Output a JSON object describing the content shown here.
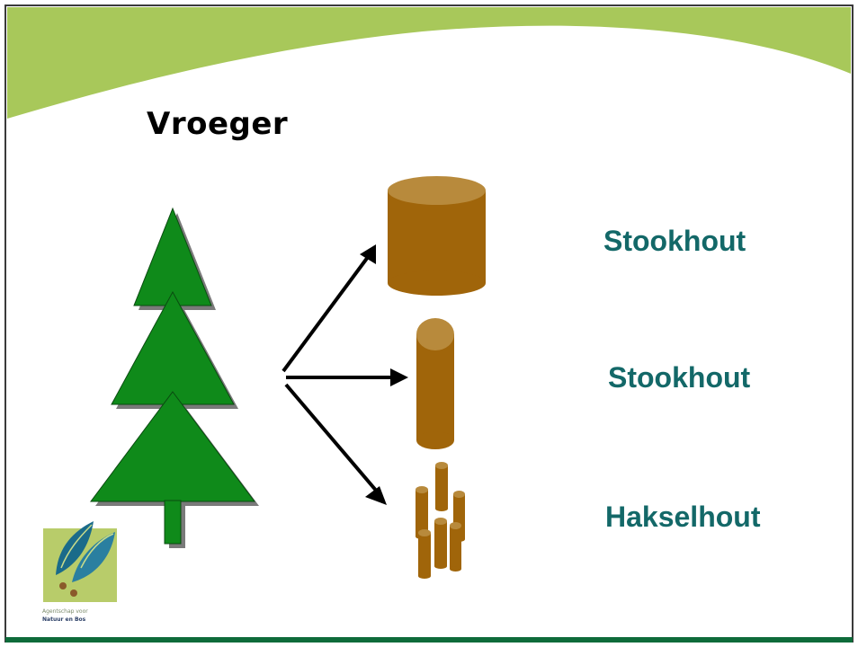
{
  "slide": {
    "title": "Vroeger",
    "products": [
      {
        "label": "Stookhout",
        "icon": "log-chunk-icon"
      },
      {
        "label": "Stookhout",
        "icon": "log-pole-icon"
      },
      {
        "label": "Hakselhout",
        "icon": "wood-chips-icon"
      }
    ],
    "logo": {
      "line1": "Agentschap voor",
      "line2": "Natuur en Bos"
    }
  },
  "colors": {
    "banner_green": "#a8c85a",
    "tree_green": "#0f8a1a",
    "wood_brown": "#a0650a",
    "wood_top": "#b88a3c",
    "label_teal": "#136868",
    "bottom_bar": "#0e6b3a"
  }
}
